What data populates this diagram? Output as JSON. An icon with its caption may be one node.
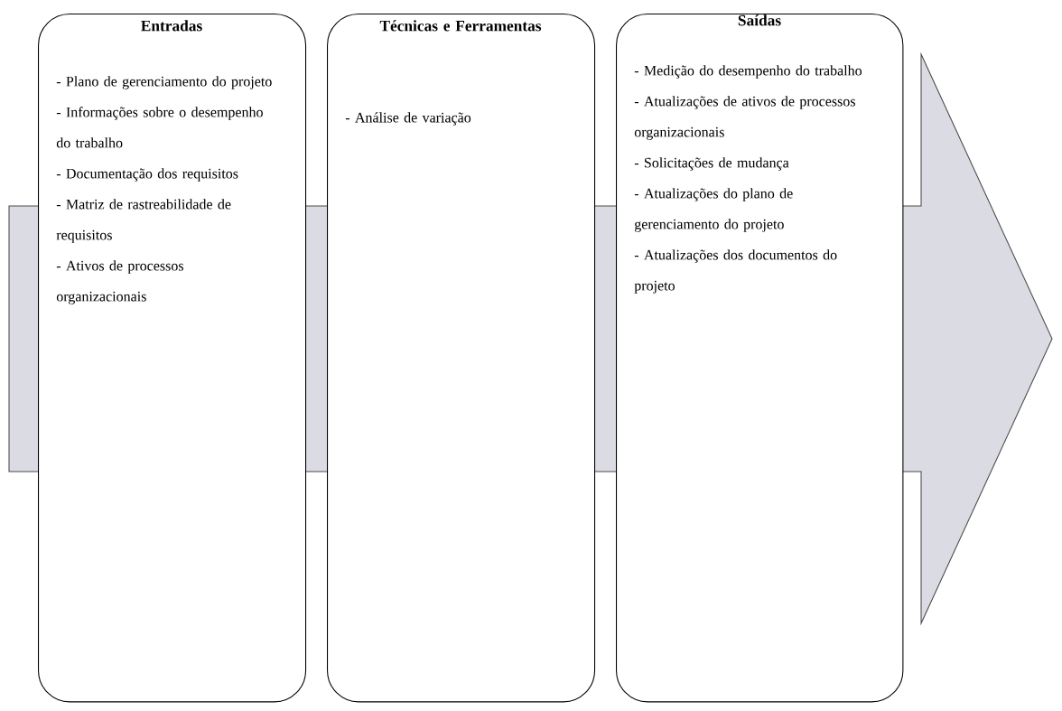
{
  "diagram": {
    "nodes": [
      {
        "text": [
          "Entradas",
          "- Plano de gerenciamento do projeto",
          "- Informações sobre o desempenho do trabalho",
          "- Documentação dos requisitos",
          "- Matriz de rastreabilidade de requisitos",
          "- Ativos de processos organizacionais"
        ]
      },
      {
        "text": [
          "Técnicas e Ferramentas",
          "- Análise de variação"
        ]
      },
      {
        "text": [
          "Saídas",
          "- Medição do desempenho do trabalho",
          "- Atualizações de ativos de processos organizacionais",
          "- Solicitações de mudança",
          "- Atualizações do plano de gerenciamento do projeto",
          "- Atualizações dos documentos do projeto"
        ]
      }
    ]
  }
}
